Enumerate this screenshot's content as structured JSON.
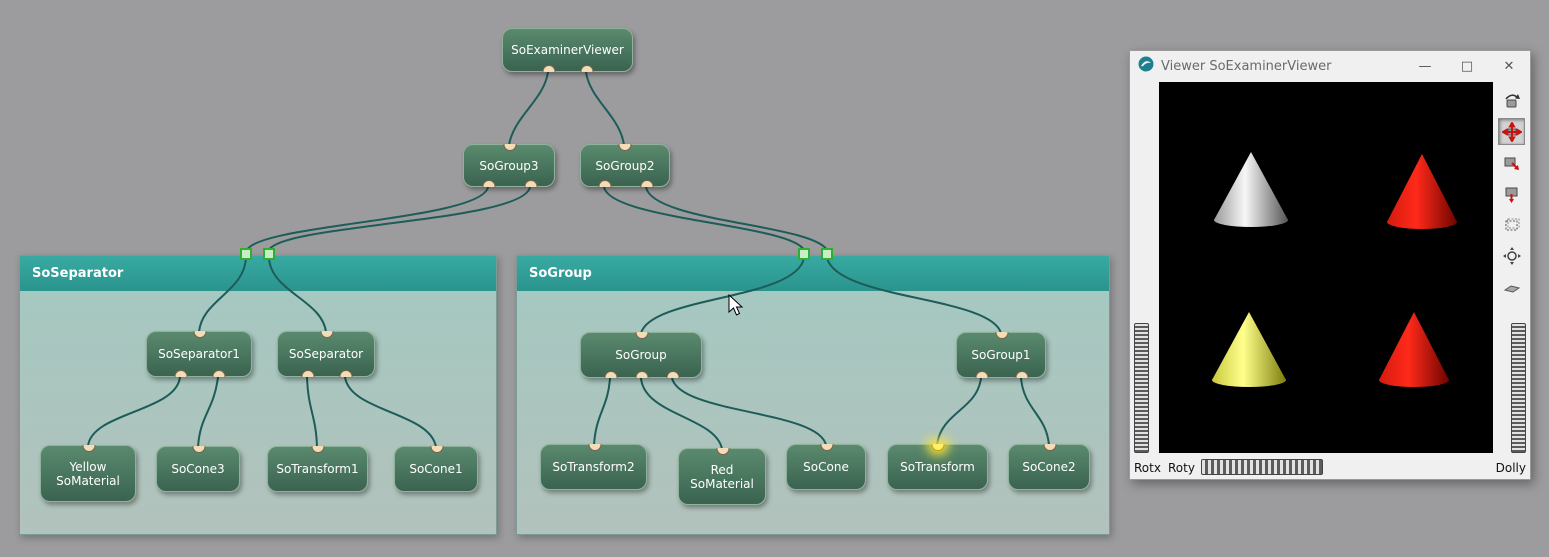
{
  "graph": {
    "panels": [
      {
        "title": "SoSeparator"
      },
      {
        "title": "SoGroup"
      }
    ],
    "nodes": [
      {
        "label": "SoExaminerViewer"
      },
      {
        "label": "SoGroup3"
      },
      {
        "label": "SoGroup2"
      },
      {
        "label": "SoSeparator1"
      },
      {
        "label": "SoSeparator"
      },
      {
        "label": "Yellow\nSoMaterial"
      },
      {
        "label": "SoCone3"
      },
      {
        "label": "SoTransform1"
      },
      {
        "label": "SoCone1"
      },
      {
        "label": "SoGroup"
      },
      {
        "label": "SoGroup1"
      },
      {
        "label": "SoTransform2"
      },
      {
        "label": "Red\nSoMaterial"
      },
      {
        "label": "SoCone"
      },
      {
        "label": "SoTransform"
      },
      {
        "label": "SoCone2"
      }
    ]
  },
  "viewer": {
    "title": "Viewer SoExaminerViewer",
    "window_buttons": {
      "minimize": "—",
      "maximize": "□",
      "close": "✕"
    },
    "bottom": {
      "rotx": "Rotx",
      "roty": "Roty",
      "dolly": "Dolly"
    },
    "toolbar_icons": [
      "rotate-tool-icon",
      "pan-tool-icon",
      "zoom-tool-icon",
      "home-tool-icon",
      "view-all-tool-icon",
      "seek-tool-icon",
      "plane-tool-icon"
    ],
    "cones": [
      {
        "position": "top-left",
        "color": "#ffffff"
      },
      {
        "position": "top-right",
        "color": "#ff2a1a"
      },
      {
        "position": "bottom-left",
        "color": "#ffff66"
      },
      {
        "position": "bottom-right",
        "color": "#ff2a1a"
      }
    ]
  },
  "colors": {
    "canvas_bg": "#9c9c9e",
    "node_fill": "#4b7a60",
    "edge": "#1d5c59",
    "panel_header": "#2e9e97",
    "port": "#f2ddb8",
    "connector_green": "#2fae2f",
    "viewport_bg": "#000000"
  }
}
